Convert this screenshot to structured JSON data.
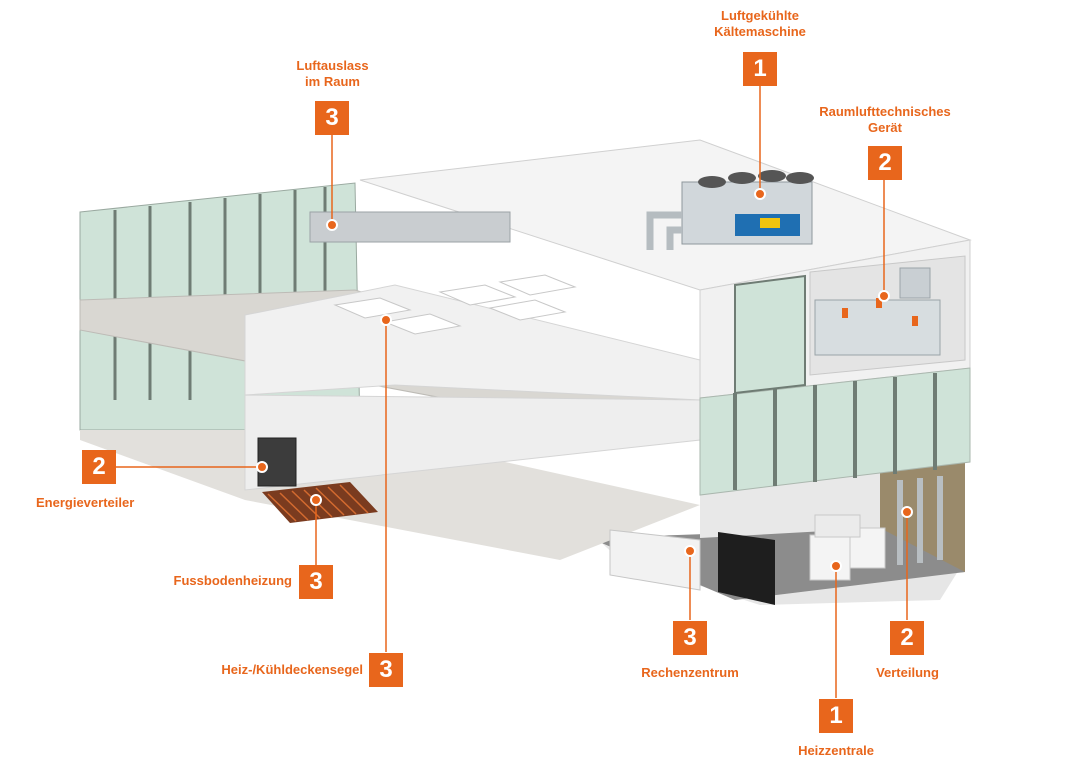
{
  "colors": {
    "accent": "#e8661c",
    "glass": "#cfe3d8",
    "wall": "#f3f3f3",
    "floor": "#d9d7d2",
    "soil": "#9a8a6b"
  },
  "callouts": [
    {
      "id": "luftgekuehlte-kaeltemaschine",
      "number": "1",
      "lines": [
        "Luftgekühlte",
        "Kältemaschine"
      ]
    },
    {
      "id": "raumlufttechnisches-geraet",
      "number": "2",
      "lines": [
        "Raumlufttechnisches",
        "Gerät"
      ]
    },
    {
      "id": "luftauslass-im-raum",
      "number": "3",
      "lines": [
        "Luftauslass",
        "im Raum"
      ]
    },
    {
      "id": "energieverteiler",
      "number": "2",
      "lines": [
        "Energieverteiler"
      ]
    },
    {
      "id": "fussbodenheizung",
      "number": "3",
      "lines": [
        "Fussbodenheizung"
      ]
    },
    {
      "id": "heiz-kuehldeckensegel",
      "number": "3",
      "lines": [
        "Heiz-/Kühldeckensegel"
      ]
    },
    {
      "id": "rechenzentrum",
      "number": "3",
      "lines": [
        "Rechenzentrum"
      ]
    },
    {
      "id": "verteilung",
      "number": "2",
      "lines": [
        "Verteilung"
      ]
    },
    {
      "id": "heizzentrale",
      "number": "1",
      "lines": [
        "Heizzentrale"
      ]
    }
  ]
}
